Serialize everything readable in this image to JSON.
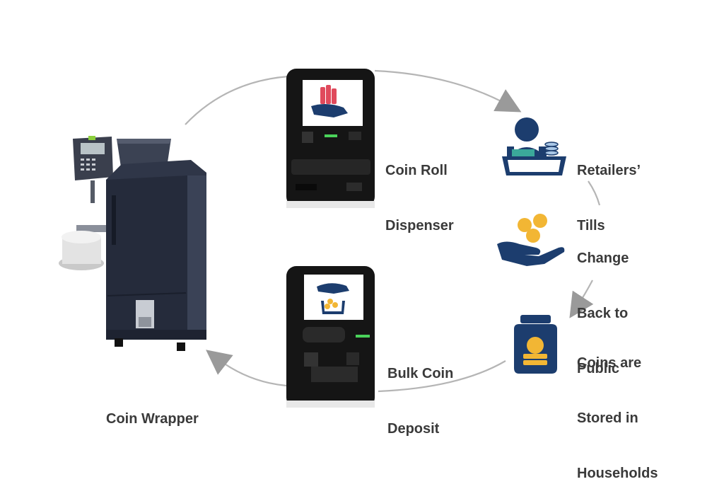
{
  "diagram": {
    "nodes": {
      "coin_roll_dispenser": {
        "label_lines": [
          "Coin Roll",
          "Dispenser"
        ]
      },
      "retailers_tills": {
        "label_lines": [
          "Retailers’",
          "Tills"
        ]
      },
      "change_back": {
        "label_lines": [
          "Change",
          "Back to",
          "Public"
        ]
      },
      "coins_stored": {
        "label_lines": [
          "Coins are",
          "Stored in",
          "Households"
        ]
      },
      "bulk_coin_deposit": {
        "label_lines": [
          "Bulk Coin",
          "Deposit"
        ]
      },
      "coin_wrapper": {
        "label_lines": [
          "Coin Wrapper"
        ]
      }
    },
    "colors": {
      "navy": "#1c3d6e",
      "gold": "#f2b634",
      "arrow_gray": "#9a9a9a",
      "machine_body": "#2d3448",
      "kiosk_black": "#141414",
      "roll_red": "#e04a5c",
      "text": "#3a3a3a"
    }
  }
}
